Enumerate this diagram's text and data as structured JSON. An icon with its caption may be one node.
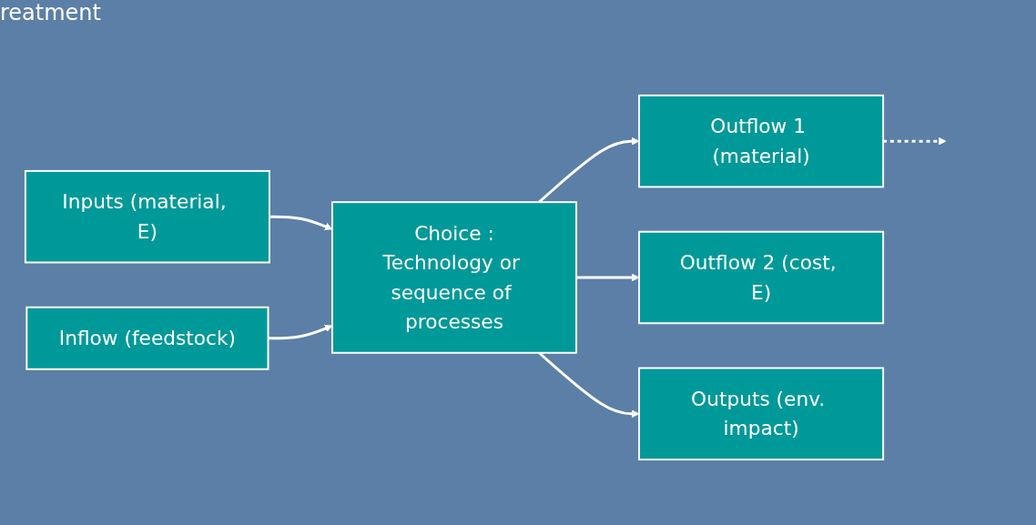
{
  "diagram": {
    "nodes": [
      {
        "text": [
          "Inputs (material, E)"
        ]
      },
      {
        "text": [
          "Inflow (feedstock)"
        ]
      },
      {
        "text": [
          "Choice :",
          "Technology or sequence of processes"
        ]
      },
      {
        "text": [
          "Outflow 1 (material)"
        ]
      },
      {
        "text": [
          "Outflow 2 (cost, E)"
        ]
      },
      {
        "text": [
          "Outputs (env. impact)"
        ]
      }
    ],
    "edges": [
      {
        "from": 0,
        "to": 2,
        "arrow": "to"
      },
      {
        "from": 1,
        "to": 2,
        "arrow": "to"
      },
      {
        "from": 2,
        "to": 3,
        "arrow": "to"
      },
      {
        "from": 2,
        "to": 4,
        "arrow": "to"
      },
      {
        "from": 2,
        "to": 5,
        "arrow": "to"
      },
      {
        "from": 3,
        "to": null,
        "arrow": "to",
        "style": "dashed"
      }
    ],
    "labels": [
      "reatment"
    ]
  }
}
